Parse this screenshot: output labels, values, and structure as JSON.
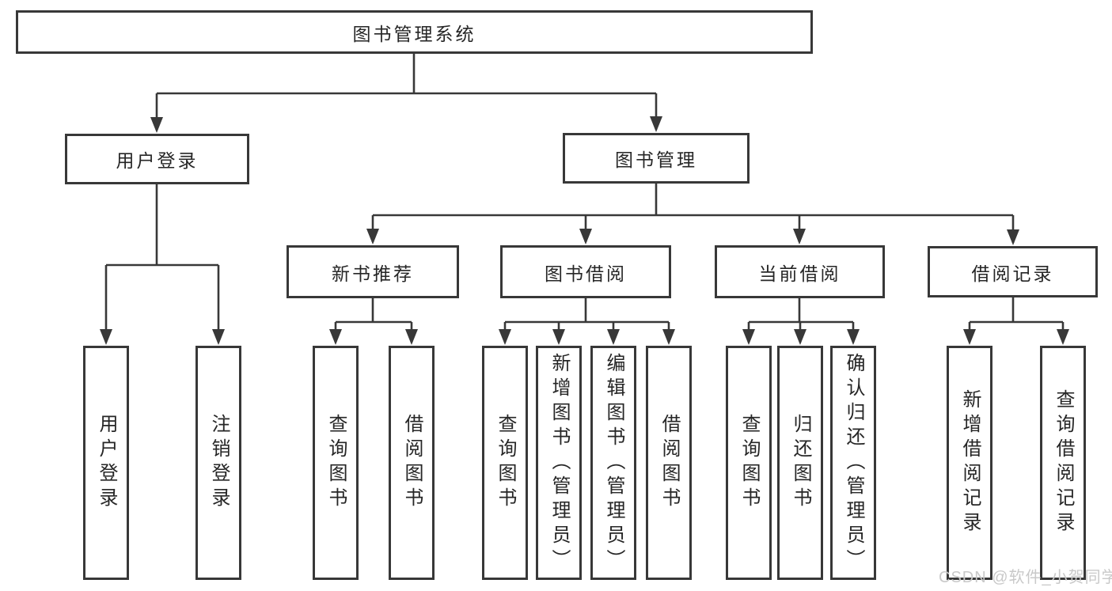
{
  "tree": {
    "label": "图书管理系统",
    "children": [
      {
        "label": "用户登录",
        "children": [
          {
            "label": "用户登录"
          },
          {
            "label": "注销登录"
          }
        ]
      },
      {
        "label": "图书管理",
        "children": [
          {
            "label": "新书推荐",
            "children": [
              {
                "label": "查询图书"
              },
              {
                "label": "借阅图书"
              }
            ]
          },
          {
            "label": "图书借阅",
            "children": [
              {
                "label": "查询图书"
              },
              {
                "label": "新增图书（管理员）"
              },
              {
                "label": "编辑图书（管理员）"
              },
              {
                "label": "借阅图书"
              }
            ]
          },
          {
            "label": "当前借阅",
            "children": [
              {
                "label": "查询图书"
              },
              {
                "label": "归还图书"
              },
              {
                "label": "确认归还（管理员）"
              }
            ]
          },
          {
            "label": "借阅记录",
            "children": [
              {
                "label": "新增借阅记录"
              },
              {
                "label": "查询借阅记录"
              }
            ]
          }
        ]
      }
    ]
  },
  "watermark": "CSDN @软件_小贺同学",
  "colors": {
    "line": "#383838",
    "text": "#262626",
    "watermark": "#c9c9c9",
    "background": "#ffffff"
  }
}
